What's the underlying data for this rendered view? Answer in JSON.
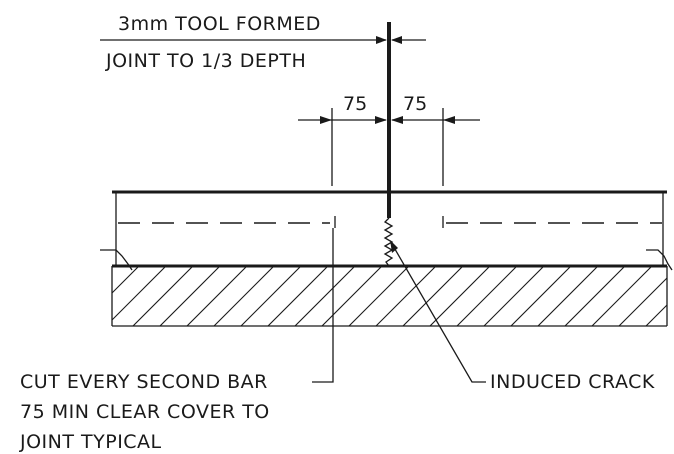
{
  "notes": {
    "joint_line1": "3mm TOOL FORMED",
    "joint_line2": "JOINT TO 1/3 DEPTH",
    "left_dim": "75",
    "right_dim": "75",
    "induced_crack": "INDUCED CRACK",
    "cut_bar_line1": "CUT EVERY SECOND BAR",
    "cut_bar_line2": "75 MIN CLEAR COVER TO",
    "cut_bar_line3": "JOINT TYPICAL"
  },
  "colors": {
    "ink": "#1a1a1a",
    "paper": "#ffffff"
  }
}
